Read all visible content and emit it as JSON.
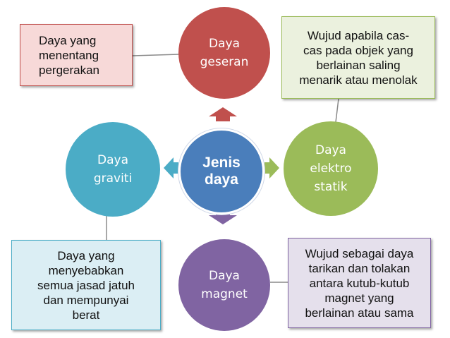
{
  "center": {
    "label": "Jenis\ndaya",
    "color": "#4a7ebb"
  },
  "nodes": {
    "top": {
      "label": "Daya\ngeseran",
      "color": "#c0504d"
    },
    "right": {
      "label": "Daya\nelektro\nstatik",
      "color": "#9bbb59"
    },
    "bottom": {
      "label": "Daya\nmagnet",
      "color": "#8064a2"
    },
    "left": {
      "label": "Daya\ngraviti",
      "color": "#4bacc6"
    }
  },
  "notes": {
    "top_left": "Daya yang\nmenentang\npergerakan",
    "top_right": "Wujud apabila cas-\ncas pada objek yang\nberlainan saling\nmenarik atau menolak",
    "bottom_left": "Daya yang\nmenyebabkan\nsemua jasad jatuh\ndan mempunyai\nberat",
    "bottom_right": "Wujud sebagai daya\ntarikan dan tolakan\nantara kutub-kutub\nmagnet yang\nberlainan atau sama"
  }
}
